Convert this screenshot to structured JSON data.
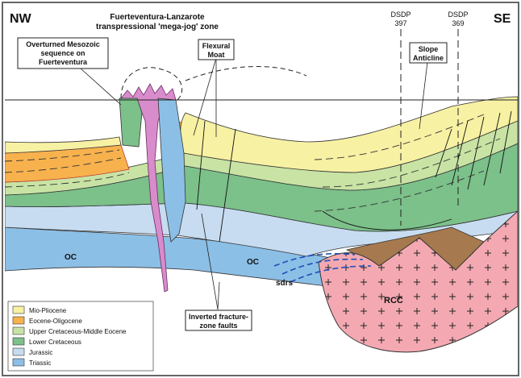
{
  "direction_left": "NW",
  "direction_right": "SE",
  "title_line1": "Fuerteventura-Lanzarote",
  "title_line2": "transpressional 'mega-jog' zone",
  "callouts": {
    "overturned_line1": "Overturned Mesozoic",
    "overturned_line2": "sequence on",
    "overturned_line3": "Fuerteventura",
    "flexural_line1": "Flexural",
    "flexural_line2": "Moat",
    "slope_line1": "Slope",
    "slope_line2": "Anticline",
    "inverted_line1": "Inverted fracture-",
    "inverted_line2": "zone faults"
  },
  "wells": [
    {
      "name": "DSDP",
      "number": "397"
    },
    {
      "name": "DSDP",
      "number": "369"
    }
  ],
  "unit_labels": {
    "oc_left": "OC",
    "oc_right": "OC",
    "sdrs": "sdrs",
    "rcc": "RCC"
  },
  "legend": [
    {
      "label": "Mio-Pliocene",
      "color": "#f7f1a3"
    },
    {
      "label": "Eocene-Oligocene",
      "color": "#f7b24e"
    },
    {
      "label": "Upper Cretaceous-Middle Eocene",
      "color": "#c8e3a4"
    },
    {
      "label": "Lower Cretaceous",
      "color": "#7cc08a"
    },
    {
      "label": "Jurassic",
      "color": "#c7dcf0"
    },
    {
      "label": "Triassic",
      "color": "#8cbfe6"
    }
  ],
  "colors": {
    "crust_pink": "#f4a9b2",
    "volcanic_magenta": "#d98ccc",
    "brown": "#a67a4e"
  }
}
